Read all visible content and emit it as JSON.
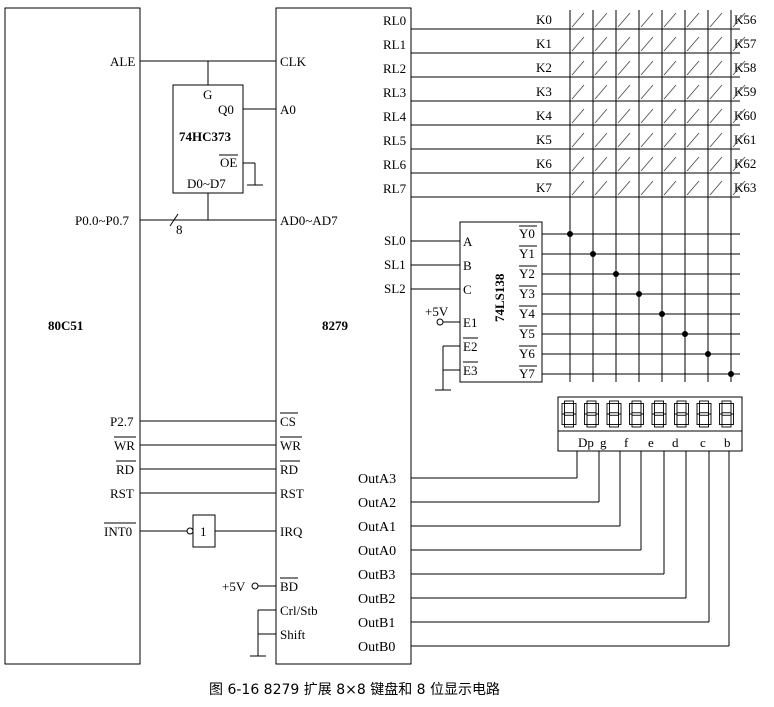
{
  "chips": {
    "mcu": "80C51",
    "kbd": "8279",
    "latch": "74HC373",
    "decoder": "74LS138",
    "inverter": "1"
  },
  "mcu_pins": {
    "ale": "ALE",
    "p0": "P0.0~P0.7",
    "p27": "P2.7",
    "wr": "WR",
    "rd": "RD",
    "rst": "RST",
    "int0": "INT0"
  },
  "latch_pins": {
    "g": "G",
    "q0": "Q0",
    "oe": "OE",
    "d": "D0~D7"
  },
  "bus_width": "8",
  "kbd_pins": {
    "clk": "CLK",
    "a0": "A0",
    "ad": "AD0~AD7",
    "cs": "CS",
    "wr": "WR",
    "rd": "RD",
    "rst": "RST",
    "irq": "IRQ",
    "bd": "BD",
    "ctl": "Crl/Stb",
    "shift": "Shift"
  },
  "vcc": "+5V",
  "rl": [
    "RL0",
    "RL1",
    "RL2",
    "RL3",
    "RL4",
    "RL5",
    "RL6",
    "RL7"
  ],
  "keys_left": [
    "K0",
    "K1",
    "K2",
    "K3",
    "K4",
    "K5",
    "K6",
    "K7"
  ],
  "keys_right": [
    "K56",
    "K57",
    "K58",
    "K59",
    "K60",
    "K61",
    "K62",
    "K63"
  ],
  "sl": [
    "SL0",
    "SL1",
    "SL2"
  ],
  "dec_in": [
    "A",
    "B",
    "C",
    "E1",
    "E2",
    "E3"
  ],
  "dec_out": [
    "Y0",
    "Y1",
    "Y2",
    "Y3",
    "Y4",
    "Y5",
    "Y6",
    "Y7"
  ],
  "seg_labels": [
    "Dp",
    "g",
    "f",
    "e",
    "d",
    "c",
    "b"
  ],
  "digit_glyphs": [
    "8",
    "8",
    "8",
    "8",
    "8",
    "8",
    "8"
  ],
  "out": [
    "OutA3",
    "OutA2",
    "OutA1",
    "OutA0",
    "OutB3",
    "OutB2",
    "OutB1",
    "OutB0"
  ],
  "caption": "图 6-16  8279 扩展 8×8 键盘和 8 位显示电路"
}
